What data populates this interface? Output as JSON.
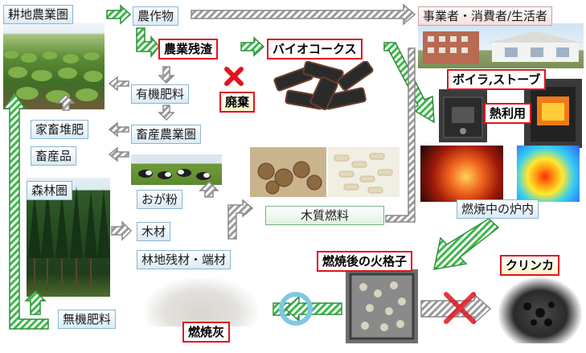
{
  "nodes": {
    "farmland": "耕地農業圏",
    "crops": "農作物",
    "consumers": "事業者・消費者/生活者",
    "residue": "農業残渣",
    "biocoke": "バイオコークス",
    "organic_fertilizer": "有機肥料",
    "disposal": "廃棄",
    "boiler_stove": "ボイラ,ストーブ",
    "heat_use": "熱利用",
    "livestock_compost": "家畜堆肥",
    "livestock_zone": "畜産農業圏",
    "livestock_products": "畜産品",
    "forest": "森林圏",
    "sawdust": "おが粉",
    "lumber": "木材",
    "forest_residue": "林地残材・端材",
    "wood_fuel": "木質燃料",
    "furnace_interior": "燃焼中の炉内",
    "grate_after": "燃焼後の火格子",
    "clinker": "クリンカ",
    "ash": "燃焼灰",
    "inorganic_fertilizer": "無機肥料"
  },
  "colors": {
    "green_arrow": "#3cb84a",
    "gray_arrow": "#9a9a9a",
    "red_mark": "#e0141e",
    "ok_ring": "#7ec8e3"
  }
}
